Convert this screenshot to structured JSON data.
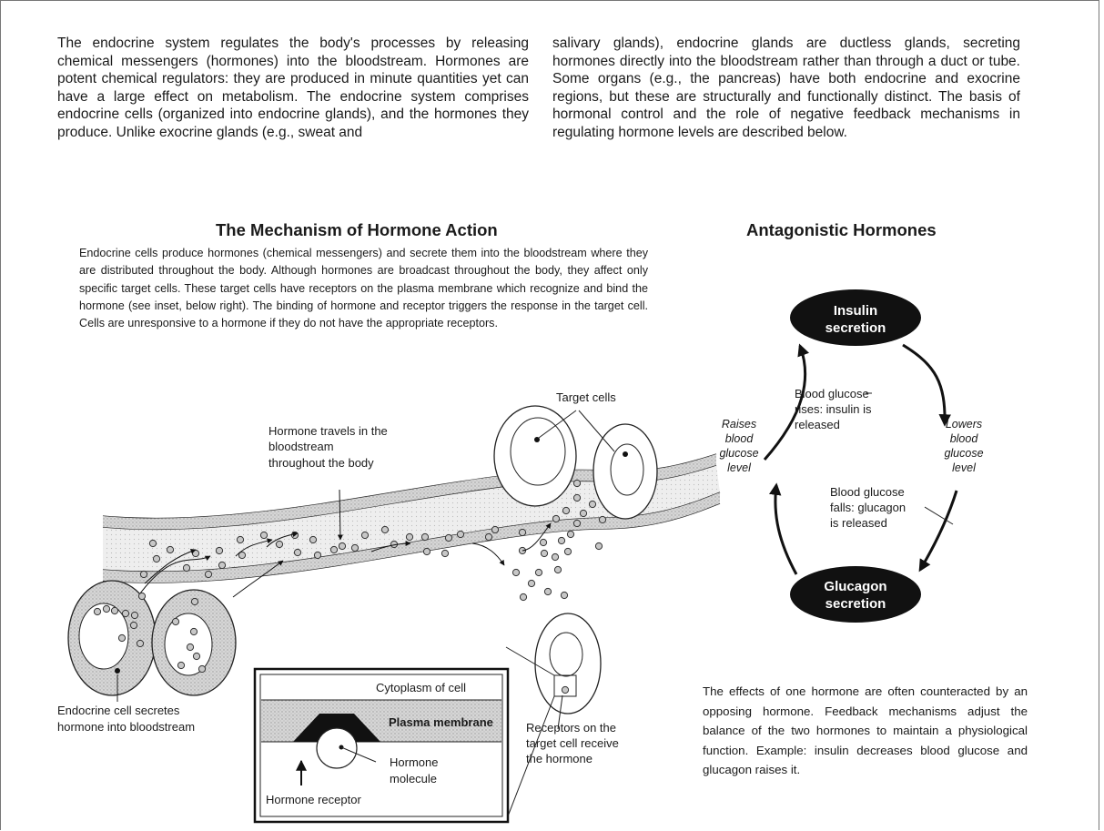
{
  "intro": {
    "left": "The endocrine system regulates the body's processes by releasing chemical messengers (hormones) into the bloodstream. Hormones are potent chemical regulators: they are produced in minute quantities yet can have a large effect on metabolism. The endocrine system comprises endocrine cells (organized into endocrine glands), and the hormones they produce. Unlike exocrine glands (e.g., sweat and",
    "right": "salivary glands), endocrine glands are ductless glands, secreting hormones directly into the bloodstream rather than through a duct or tube. Some organs (e.g., the pancreas) have both endocrine and exocrine regions, but these are structurally and functionally distinct. The basis of hormonal control and the role of negative feedback mechanisms in regulating hormone levels are described below."
  },
  "mechanism": {
    "title": "The Mechanism of Hormone Action",
    "description": "Endocrine cells produce hormones (chemical messengers) and secrete them into the bloodstream where they are distributed throughout the body. Although hormones are broadcast throughout the body, they affect only specific target cells. These target cells have receptors on the plasma membrane which recognize and bind the hormone (see inset, below right). The binding of hormone and receptor triggers the response in the target cell. Cells are unresponsive to a hormone if they do not have the appropriate receptors.",
    "labels": {
      "target_cells": "Target cells",
      "travels_1": "Hormone travels in the",
      "travels_2": "bloodstream",
      "travels_3": "throughout the body",
      "endocrine_1": "Endocrine cell secretes",
      "endocrine_2": "hormone into bloodstream",
      "receptors_1": "Receptors on the",
      "receptors_2": "target cell receive",
      "receptors_3": "the hormone"
    },
    "inset": {
      "cytoplasm": "Cytoplasm of cell",
      "membrane": "Plasma membrane",
      "molecule_1": "Hormone",
      "molecule_2": "molecule",
      "receptor": "Hormone receptor"
    }
  },
  "antagonistic": {
    "title": "Antagonistic Hormones",
    "insulin_1": "Insulin",
    "insulin_2": "secretion",
    "glucagon_1": "Glucagon",
    "glucagon_2": "secretion",
    "rises_1": "Blood glucose",
    "rises_2": "rises: insulin is",
    "rises_3": "released",
    "falls_1": "Blood glucose",
    "falls_2": "falls: glucagon",
    "falls_3": "is released",
    "raises_1": "Raises",
    "raises_2": "blood",
    "raises_3": "glucose",
    "raises_4": "level",
    "lowers_1": "Lowers",
    "lowers_2": "blood",
    "lowers_3": "glucose",
    "lowers_4": "level",
    "note": "The effects of one hormone are often counteracted by an opposing hormone. Feedback mechanisms adjust the balance of the two hormones to maintain a physiological function. Example: insulin decreases blood glucose and glucagon raises it."
  }
}
